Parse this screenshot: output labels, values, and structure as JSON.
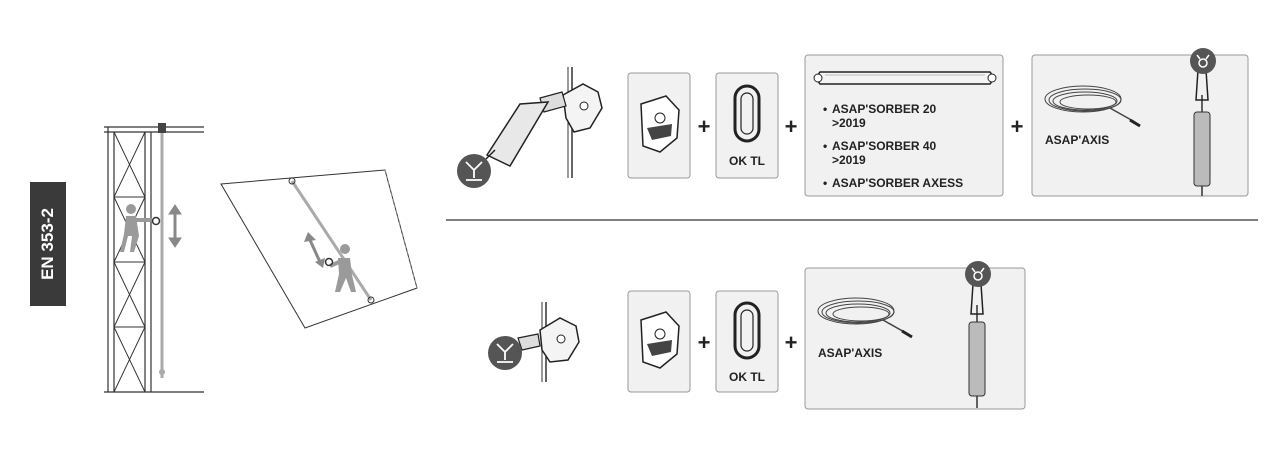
{
  "standard": {
    "label": "EN 353-2"
  },
  "rows": [
    {
      "products": [
        {
          "id": "device"
        },
        {
          "id": "carabiner",
          "label": "OK TL"
        },
        {
          "id": "absorbers",
          "options": [
            "ASAP'SORBER 20",
            ">2019",
            "ASAP'SORBER 40",
            ">2019",
            "ASAP'SORBER AXESS"
          ]
        },
        {
          "id": "rope",
          "label": "ASAP'AXIS"
        }
      ],
      "operators": [
        "+",
        "+",
        "+"
      ]
    },
    {
      "products": [
        {
          "id": "device"
        },
        {
          "id": "carabiner",
          "label": "OK TL"
        },
        {
          "id": "rope",
          "label": "ASAP'AXIS"
        }
      ],
      "operators": [
        "+",
        "+"
      ]
    }
  ],
  "colors": {
    "line": "#333333",
    "box_border": "#999999",
    "box_fill": "#f1f1f1",
    "label_bg": "#3a3a3a",
    "figure": "#9a9a9a"
  },
  "icons": [
    "tower-scaffold-icon",
    "tilted-surface-icon",
    "climber-icon",
    "rope-grab-device-icon",
    "harness-badge-icon",
    "anchor-badge-icon",
    "rope-coil-icon",
    "carabiner-icon",
    "energy-absorber-icon"
  ]
}
